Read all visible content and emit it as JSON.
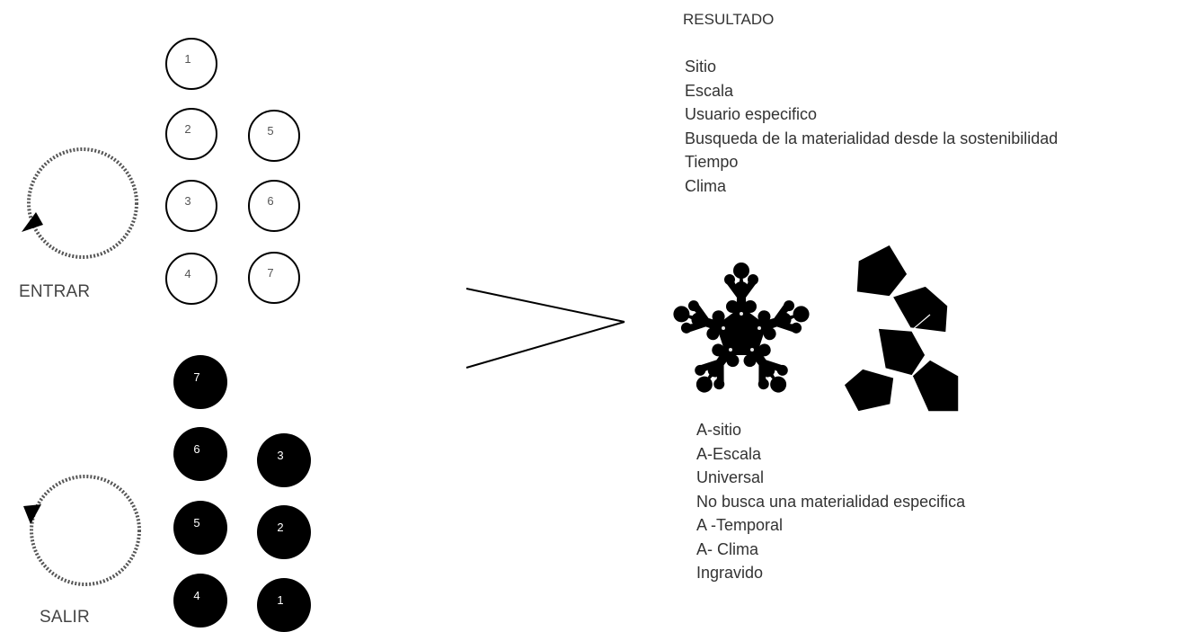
{
  "labels": {
    "enter": "ENTRAR",
    "exit": "SALIR",
    "result_heading": "RESULTADO"
  },
  "open_circles": [
    "1",
    "2",
    "3",
    "4",
    "5",
    "6",
    "7"
  ],
  "filled_circles": [
    "7",
    "6",
    "5",
    "4",
    "3",
    "2",
    "1"
  ],
  "result_list": [
    "Sitio",
    "Escala",
    "Usuario especifico",
    "Busqueda de la materialidad desde la sostenibilidad",
    "Tiempo",
    "Clima"
  ],
  "anti_list": [
    "A-sitio",
    "A-Escala",
    "Universal",
    "No busca una materialidad especifica",
    "A -Temporal",
    "A- Clima",
    "Ingravido"
  ],
  "icons": {
    "enter_cycle": "dotted-cycle-arrow-icon",
    "exit_cycle": "dotted-cycle-arrow-icon",
    "transform": "greater-than-arrow-icon",
    "snowflake": "snowflake-fractal-icon",
    "pentagons": "pentagon-cluster-icon"
  },
  "colors": {
    "ink": "#000000",
    "text": "#333333"
  }
}
